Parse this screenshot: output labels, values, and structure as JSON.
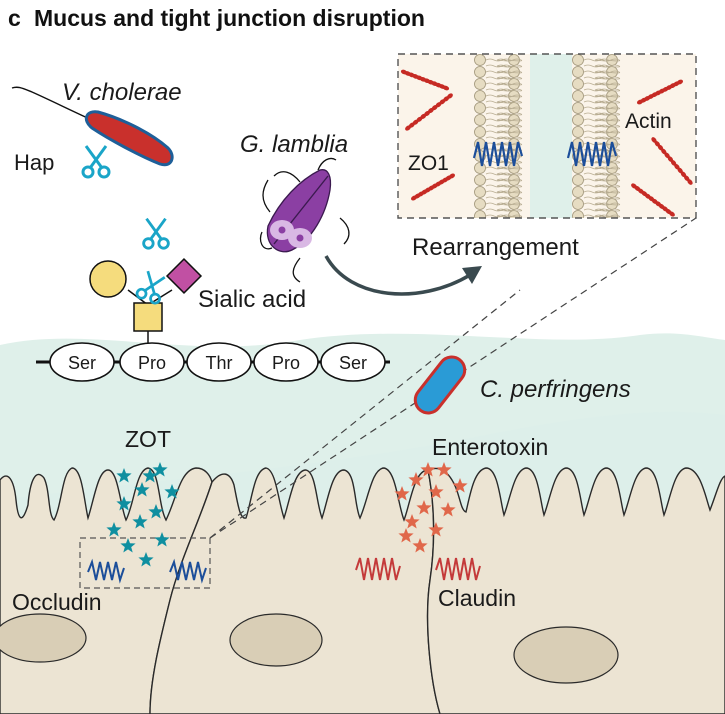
{
  "figure": {
    "panel_letter": "c",
    "title": "Mucus and tight junction disruption"
  },
  "labels": {
    "v_cholerae": "V. cholerae",
    "hap": "Hap",
    "g_lamblia": "G. lamblia",
    "zo1": "ZO1",
    "actin": "Actin",
    "rearrangement": "Rearrangement",
    "sialic_acid": "Sialic acid",
    "c_perfringens": "C. perfringens",
    "zot": "ZOT",
    "enterotoxin": "Enterotoxin",
    "occludin": "Occludin",
    "claudin": "Claudin"
  },
  "peptide": [
    "Ser",
    "Pro",
    "Thr",
    "Pro",
    "Ser"
  ],
  "colors": {
    "mucus": "#dff0ea",
    "cell_fill": "#ece4d3",
    "cell_stroke": "#2a2a2a",
    "nucleus": "#d9ceb6",
    "vibrio": "#c9302c",
    "vibrio_outline": "#1e5f99",
    "scissors": "#1aa5c8",
    "giardia": "#8b3fa3",
    "clostridium": "#2a9bd6",
    "clostridium_outline": "#c9302c",
    "zot_star": "#0f8fa0",
    "enterotoxin_star": "#e0674a",
    "occludin": "#1c4e9a",
    "claudin": "#c43a3a",
    "actin": "#c62a24",
    "glycan_circle": "#f5dc7d",
    "glycan_diamond": "#c150a3",
    "arrow": "#3a4a4f"
  }
}
